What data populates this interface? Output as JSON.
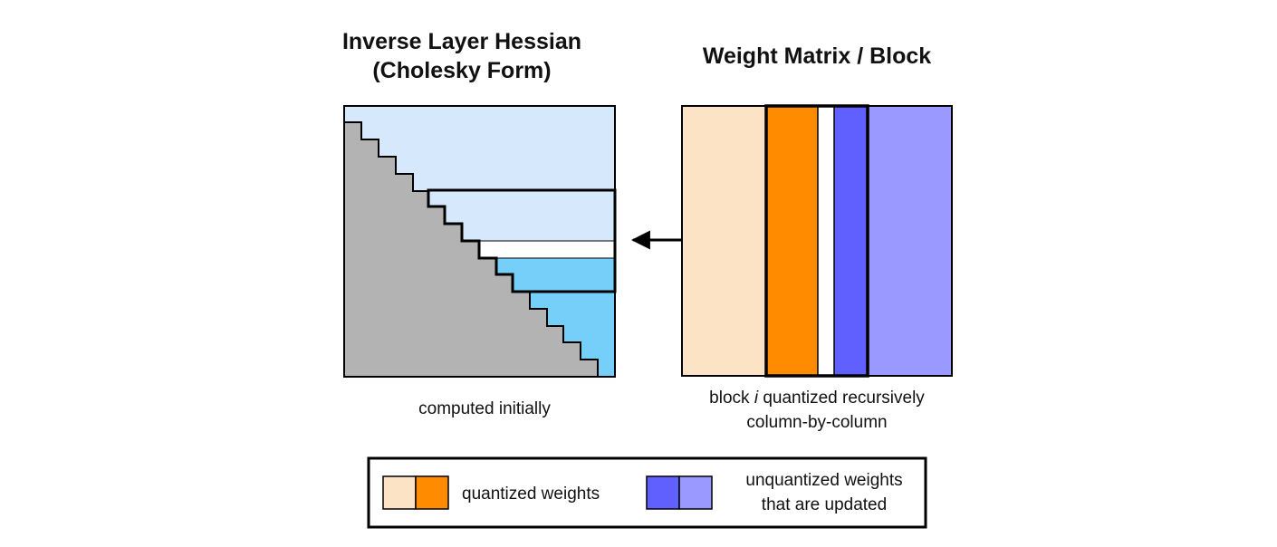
{
  "left_panel": {
    "title_line1": "Inverse Layer Hessian",
    "title_line2": "(Cholesky Form)",
    "caption": "computed initially"
  },
  "right_panel": {
    "title": "Weight Matrix / Block",
    "caption_prefix": "block ",
    "caption_var": "i",
    "caption_suffix": " quantized recursively",
    "caption_line2": "column-by-column"
  },
  "legend": {
    "quantized_label": "quantized weights",
    "unquantized_line1": "unquantized weights",
    "unquantized_line2": "that are updated"
  },
  "colors": {
    "gray": "#b3b3b3",
    "light_blue": "#d6e8fb",
    "cyan": "#76cff9",
    "peach": "#fde3c6",
    "orange": "#ff8b00",
    "blue": "#6060ff",
    "lavender": "#9999ff"
  }
}
